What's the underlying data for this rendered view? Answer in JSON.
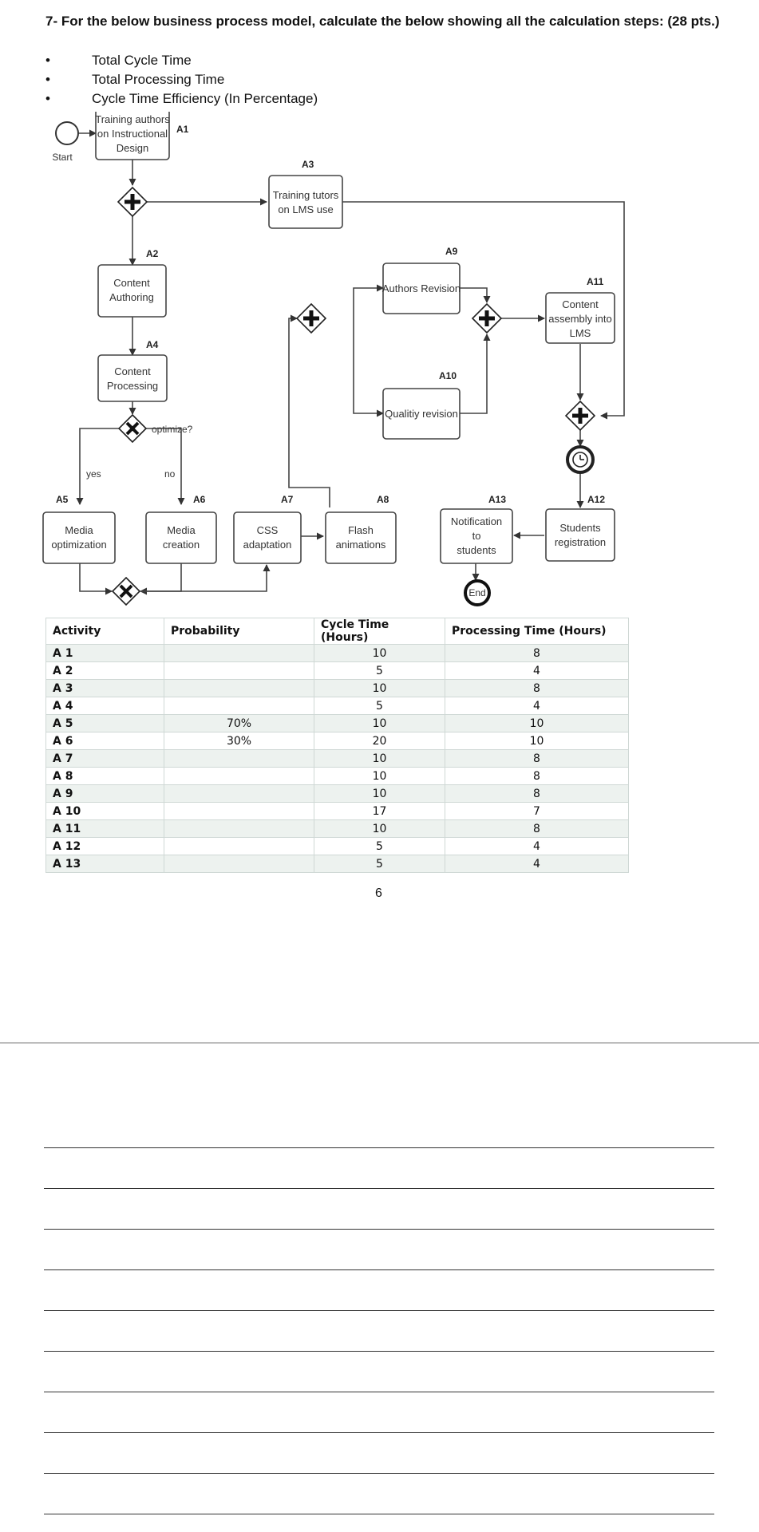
{
  "question": {
    "title": "7- For the below business process model, calculate the below showing all the calculation steps: (28 pts.)",
    "bullet_symbol": "•",
    "items": [
      "Total Cycle Time",
      "Total Processing Time",
      "Cycle Time Efficiency (In Percentage)"
    ]
  },
  "diagram": {
    "start_label": "Start",
    "end_label": "End",
    "gateway_label": "optimize?",
    "yes_label": "yes",
    "no_label": "no",
    "activities": {
      "A1": {
        "id": "A1",
        "lines": [
          "Training authors",
          "on Instructional",
          "Design"
        ]
      },
      "A2": {
        "id": "A2",
        "lines": [
          "Content",
          "Authoring"
        ]
      },
      "A3": {
        "id": "A3",
        "lines": [
          "Training tutors",
          "on LMS use"
        ]
      },
      "A4": {
        "id": "A4",
        "lines": [
          "Content",
          "Processing"
        ]
      },
      "A5": {
        "id": "A5",
        "lines": [
          "Media",
          "optimization"
        ]
      },
      "A6": {
        "id": "A6",
        "lines": [
          "Media",
          "creation"
        ]
      },
      "A7": {
        "id": "A7",
        "lines": [
          "CSS",
          "adaptation"
        ]
      },
      "A8": {
        "id": "A8",
        "lines": [
          "Flash",
          "animations"
        ]
      },
      "A9": {
        "id": "A9",
        "lines": [
          "Authors Revision"
        ]
      },
      "A10": {
        "id": "A10",
        "lines": [
          "Qualitiy revision"
        ]
      },
      "A11": {
        "id": "A11",
        "lines": [
          "Content",
          "assembly into",
          "LMS"
        ]
      },
      "A12": {
        "id": "A12",
        "lines": [
          "Students",
          "registration"
        ]
      },
      "A13": {
        "id": "A13",
        "lines": [
          "Notification",
          "to",
          "students"
        ]
      }
    }
  },
  "table": {
    "headers": [
      "Activity",
      "Probability",
      "Cycle Time (Hours)",
      "Processing Time (Hours)"
    ],
    "rows": [
      {
        "activity": "A 1",
        "probability": "",
        "cycle": "10",
        "processing": "8"
      },
      {
        "activity": "A 2",
        "probability": "",
        "cycle": "5",
        "processing": "4"
      },
      {
        "activity": "A 3",
        "probability": "",
        "cycle": "10",
        "processing": "8"
      },
      {
        "activity": "A 4",
        "probability": "",
        "cycle": "5",
        "processing": "4"
      },
      {
        "activity": "A 5",
        "probability": "70%",
        "cycle": "10",
        "processing": "10"
      },
      {
        "activity": "A 6",
        "probability": "30%",
        "cycle": "20",
        "processing": "10"
      },
      {
        "activity": "A 7",
        "probability": "",
        "cycle": "10",
        "processing": "8"
      },
      {
        "activity": "A 8",
        "probability": "",
        "cycle": "10",
        "processing": "8"
      },
      {
        "activity": "A 9",
        "probability": "",
        "cycle": "10",
        "processing": "8"
      },
      {
        "activity": "A 10",
        "probability": "",
        "cycle": "17",
        "processing": "7"
      },
      {
        "activity": "A 11",
        "probability": "",
        "cycle": "10",
        "processing": "8"
      },
      {
        "activity": "A 12",
        "probability": "",
        "cycle": "5",
        "processing": "4"
      },
      {
        "activity": "A 13",
        "probability": "",
        "cycle": "5",
        "processing": "4"
      }
    ]
  },
  "page_number": "6",
  "answer_lines_count": 10
}
